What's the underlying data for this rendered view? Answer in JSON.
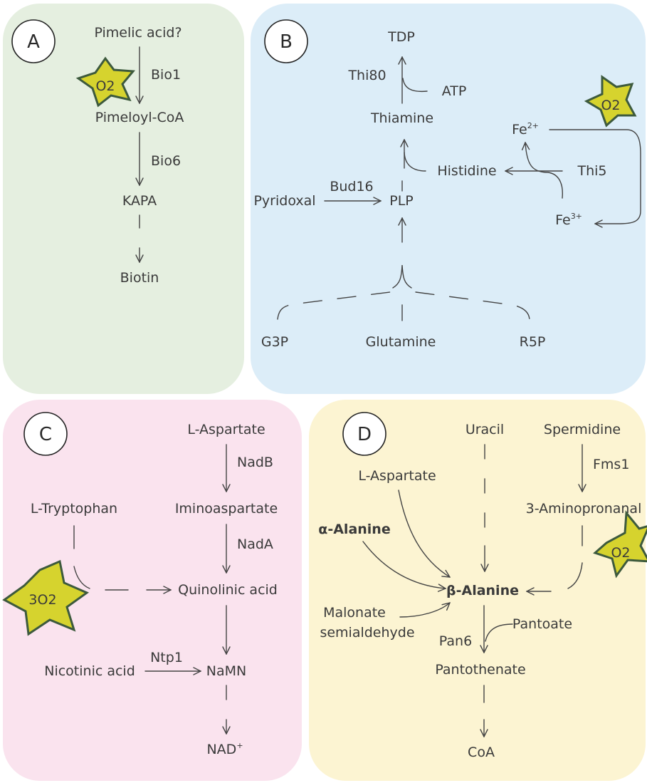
{
  "panels": {
    "a": {
      "label": "A",
      "o2": "O2",
      "pimelic_acid": "Pimelic acid?",
      "bio1": "Bio1",
      "pimeloyl_coa": "Pimeloyl-CoA",
      "bio6": "Bio6",
      "kapa": "KAPA",
      "biotin": "Biotin",
      "colors": {
        "background": "#e5efe0"
      }
    },
    "b": {
      "label": "B",
      "o2": "O2",
      "tdp": "TDP",
      "thi80": "Thi80",
      "atp": "ATP",
      "thiamine": "Thiamine",
      "fe2": "Fe2+",
      "histidine": "Histidine",
      "thi5": "Thi5",
      "pyridoxal": "Pyridoxal",
      "bud16": "Bud16",
      "plp": "PLP",
      "fe3": "Fe3+",
      "g3p": "G3P",
      "glutamine": "Glutamine",
      "r5p": "R5P",
      "colors": {
        "background": "#dcedf8"
      }
    },
    "c": {
      "label": "C",
      "o2": "3O2",
      "l_aspartate": "L-Aspartate",
      "nadb": "NadB",
      "l_tryptophan": "L-Tryptophan",
      "iminoaspartate": "Iminoaspartate",
      "nada": "NadA",
      "quinolinic_acid": "Quinolinic acid",
      "nicotinic_acid": "Nicotinic acid",
      "ntp1": "Ntp1",
      "namn": "NaMN",
      "nad": "NAD+",
      "colors": {
        "background": "#fae3ee"
      }
    },
    "d": {
      "label": "D",
      "o2": "O2",
      "uracil": "Uracil",
      "spermidine": "Spermidine",
      "l_aspartate": "L-Aspartate",
      "fms1": "Fms1",
      "alpha_alanine": "α-Alanine",
      "aminopropanal": "3-Aminopronanal",
      "beta_alanine": "β-Alanine",
      "malonate": "Malonate",
      "semialdehyde": "semialdehyde",
      "pantoate": "Pantoate",
      "pan6": "Pan6",
      "pantothenate": "Pantothenate",
      "coa": "CoA",
      "colors": {
        "background": "#fcf4d2"
      }
    }
  },
  "colors": {
    "star_fill": "#d6d32e",
    "star_outline": "#3d5a3d",
    "text": "#3a3a3a"
  }
}
